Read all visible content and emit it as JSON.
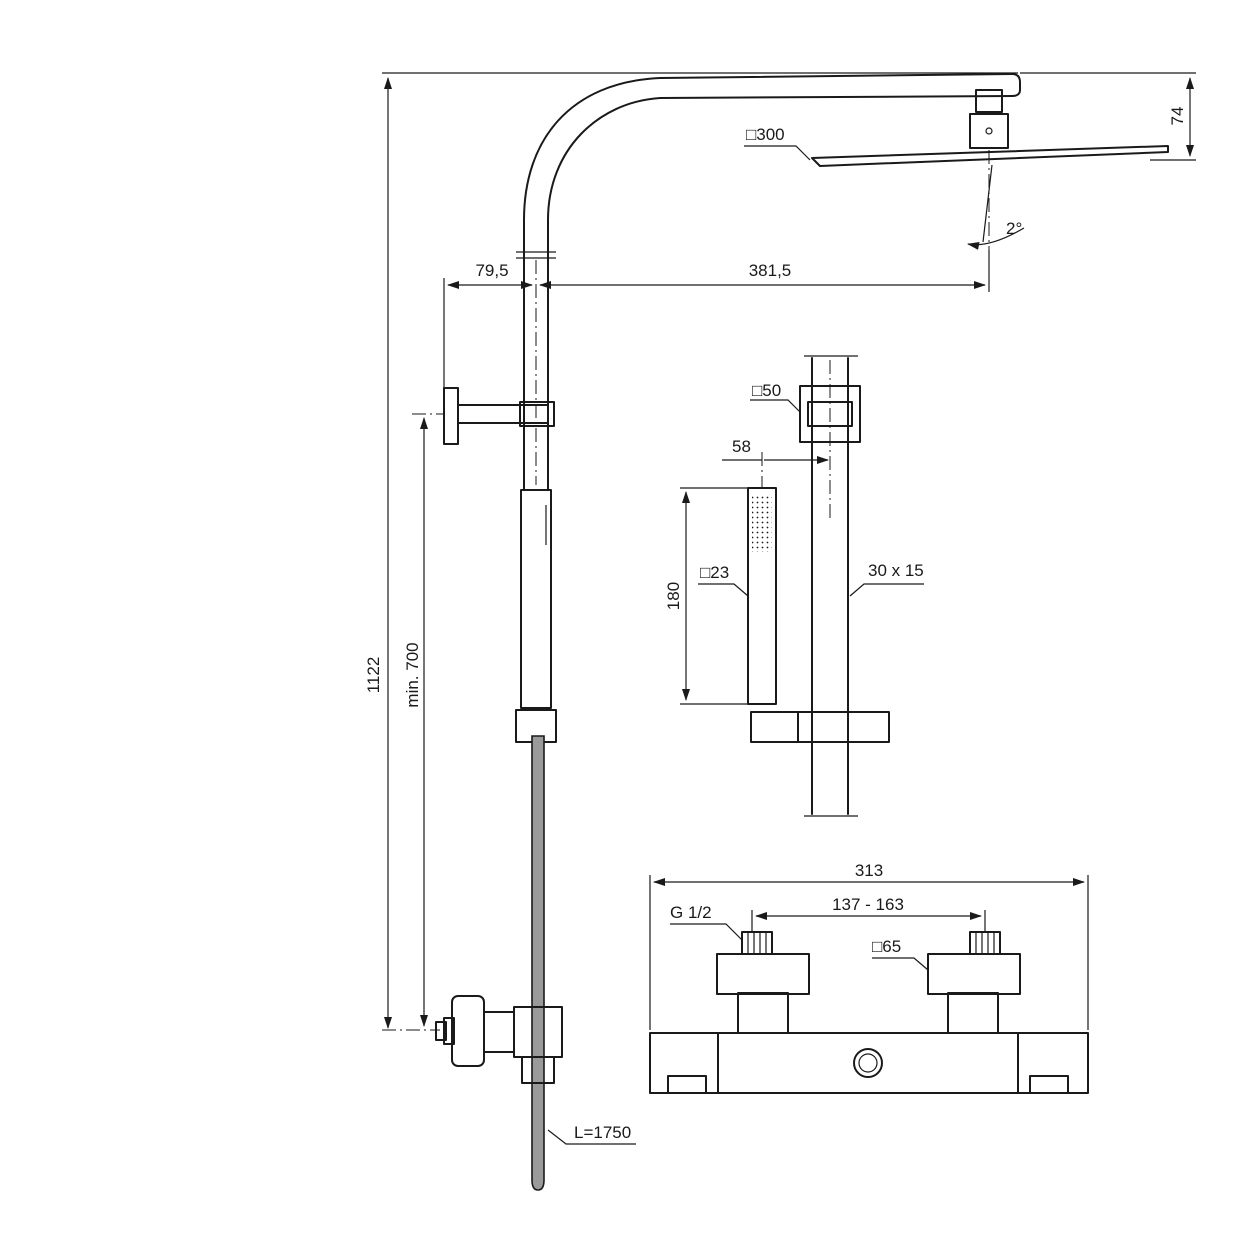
{
  "dimensions": {
    "total_height": "1122",
    "min_height": "min. 700",
    "wall_offset": "79,5",
    "arm_reach": "381,5",
    "head_size": "□300",
    "head_height": "74",
    "head_angle": "2°",
    "bracket_size": "□50",
    "hand_offset": "58",
    "hand_length": "180",
    "hand_size": "□23",
    "rail_section": "30 x 15",
    "hose_length": "L=1750",
    "mixer_width": "313",
    "inlet_spacing": "137 - 163",
    "thread": "G 1/2",
    "escutcheon_size": "□65"
  }
}
